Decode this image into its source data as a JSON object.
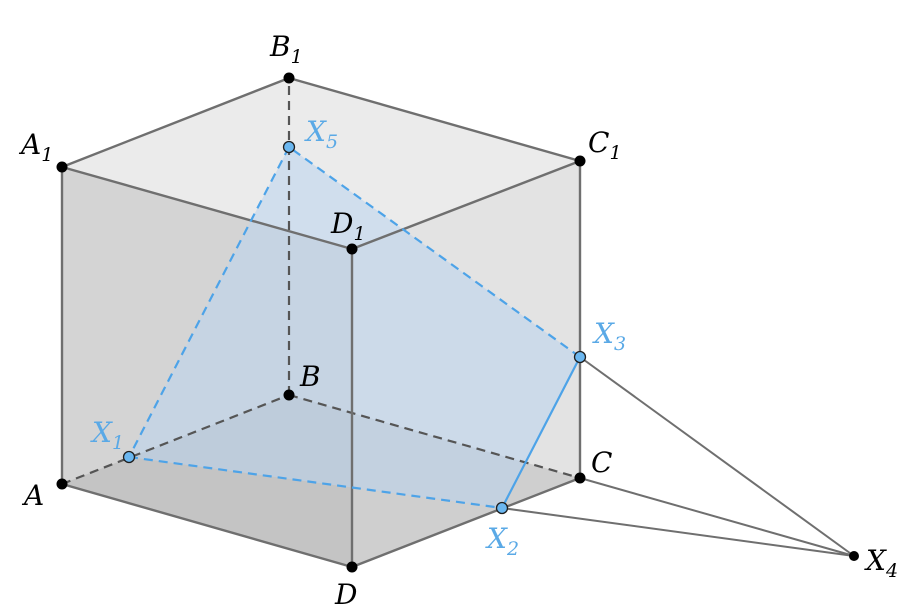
{
  "colors": {
    "edge": "#6f6f6f",
    "hidden_edge": "#555555",
    "section": "#4da3e8",
    "section_fill": "#b9d4ee",
    "point": "#000000",
    "section_point": "#6bb7f0",
    "label_blue": "#5aa9e6"
  },
  "labels": {
    "A": {
      "letter": "A",
      "sub": ""
    },
    "B": {
      "letter": "B",
      "sub": ""
    },
    "C": {
      "letter": "C",
      "sub": ""
    },
    "D": {
      "letter": "D",
      "sub": ""
    },
    "A1": {
      "letter": "A",
      "sub": "1"
    },
    "B1": {
      "letter": "B",
      "sub": "1"
    },
    "C1": {
      "letter": "C",
      "sub": "1"
    },
    "D1": {
      "letter": "D",
      "sub": "1"
    },
    "X1": {
      "letter": "X",
      "sub": "1"
    },
    "X2": {
      "letter": "X",
      "sub": "2"
    },
    "X3": {
      "letter": "X",
      "sub": "3"
    },
    "X4": {
      "letter": "X",
      "sub": "4"
    },
    "X5": {
      "letter": "X",
      "sub": "5"
    }
  }
}
